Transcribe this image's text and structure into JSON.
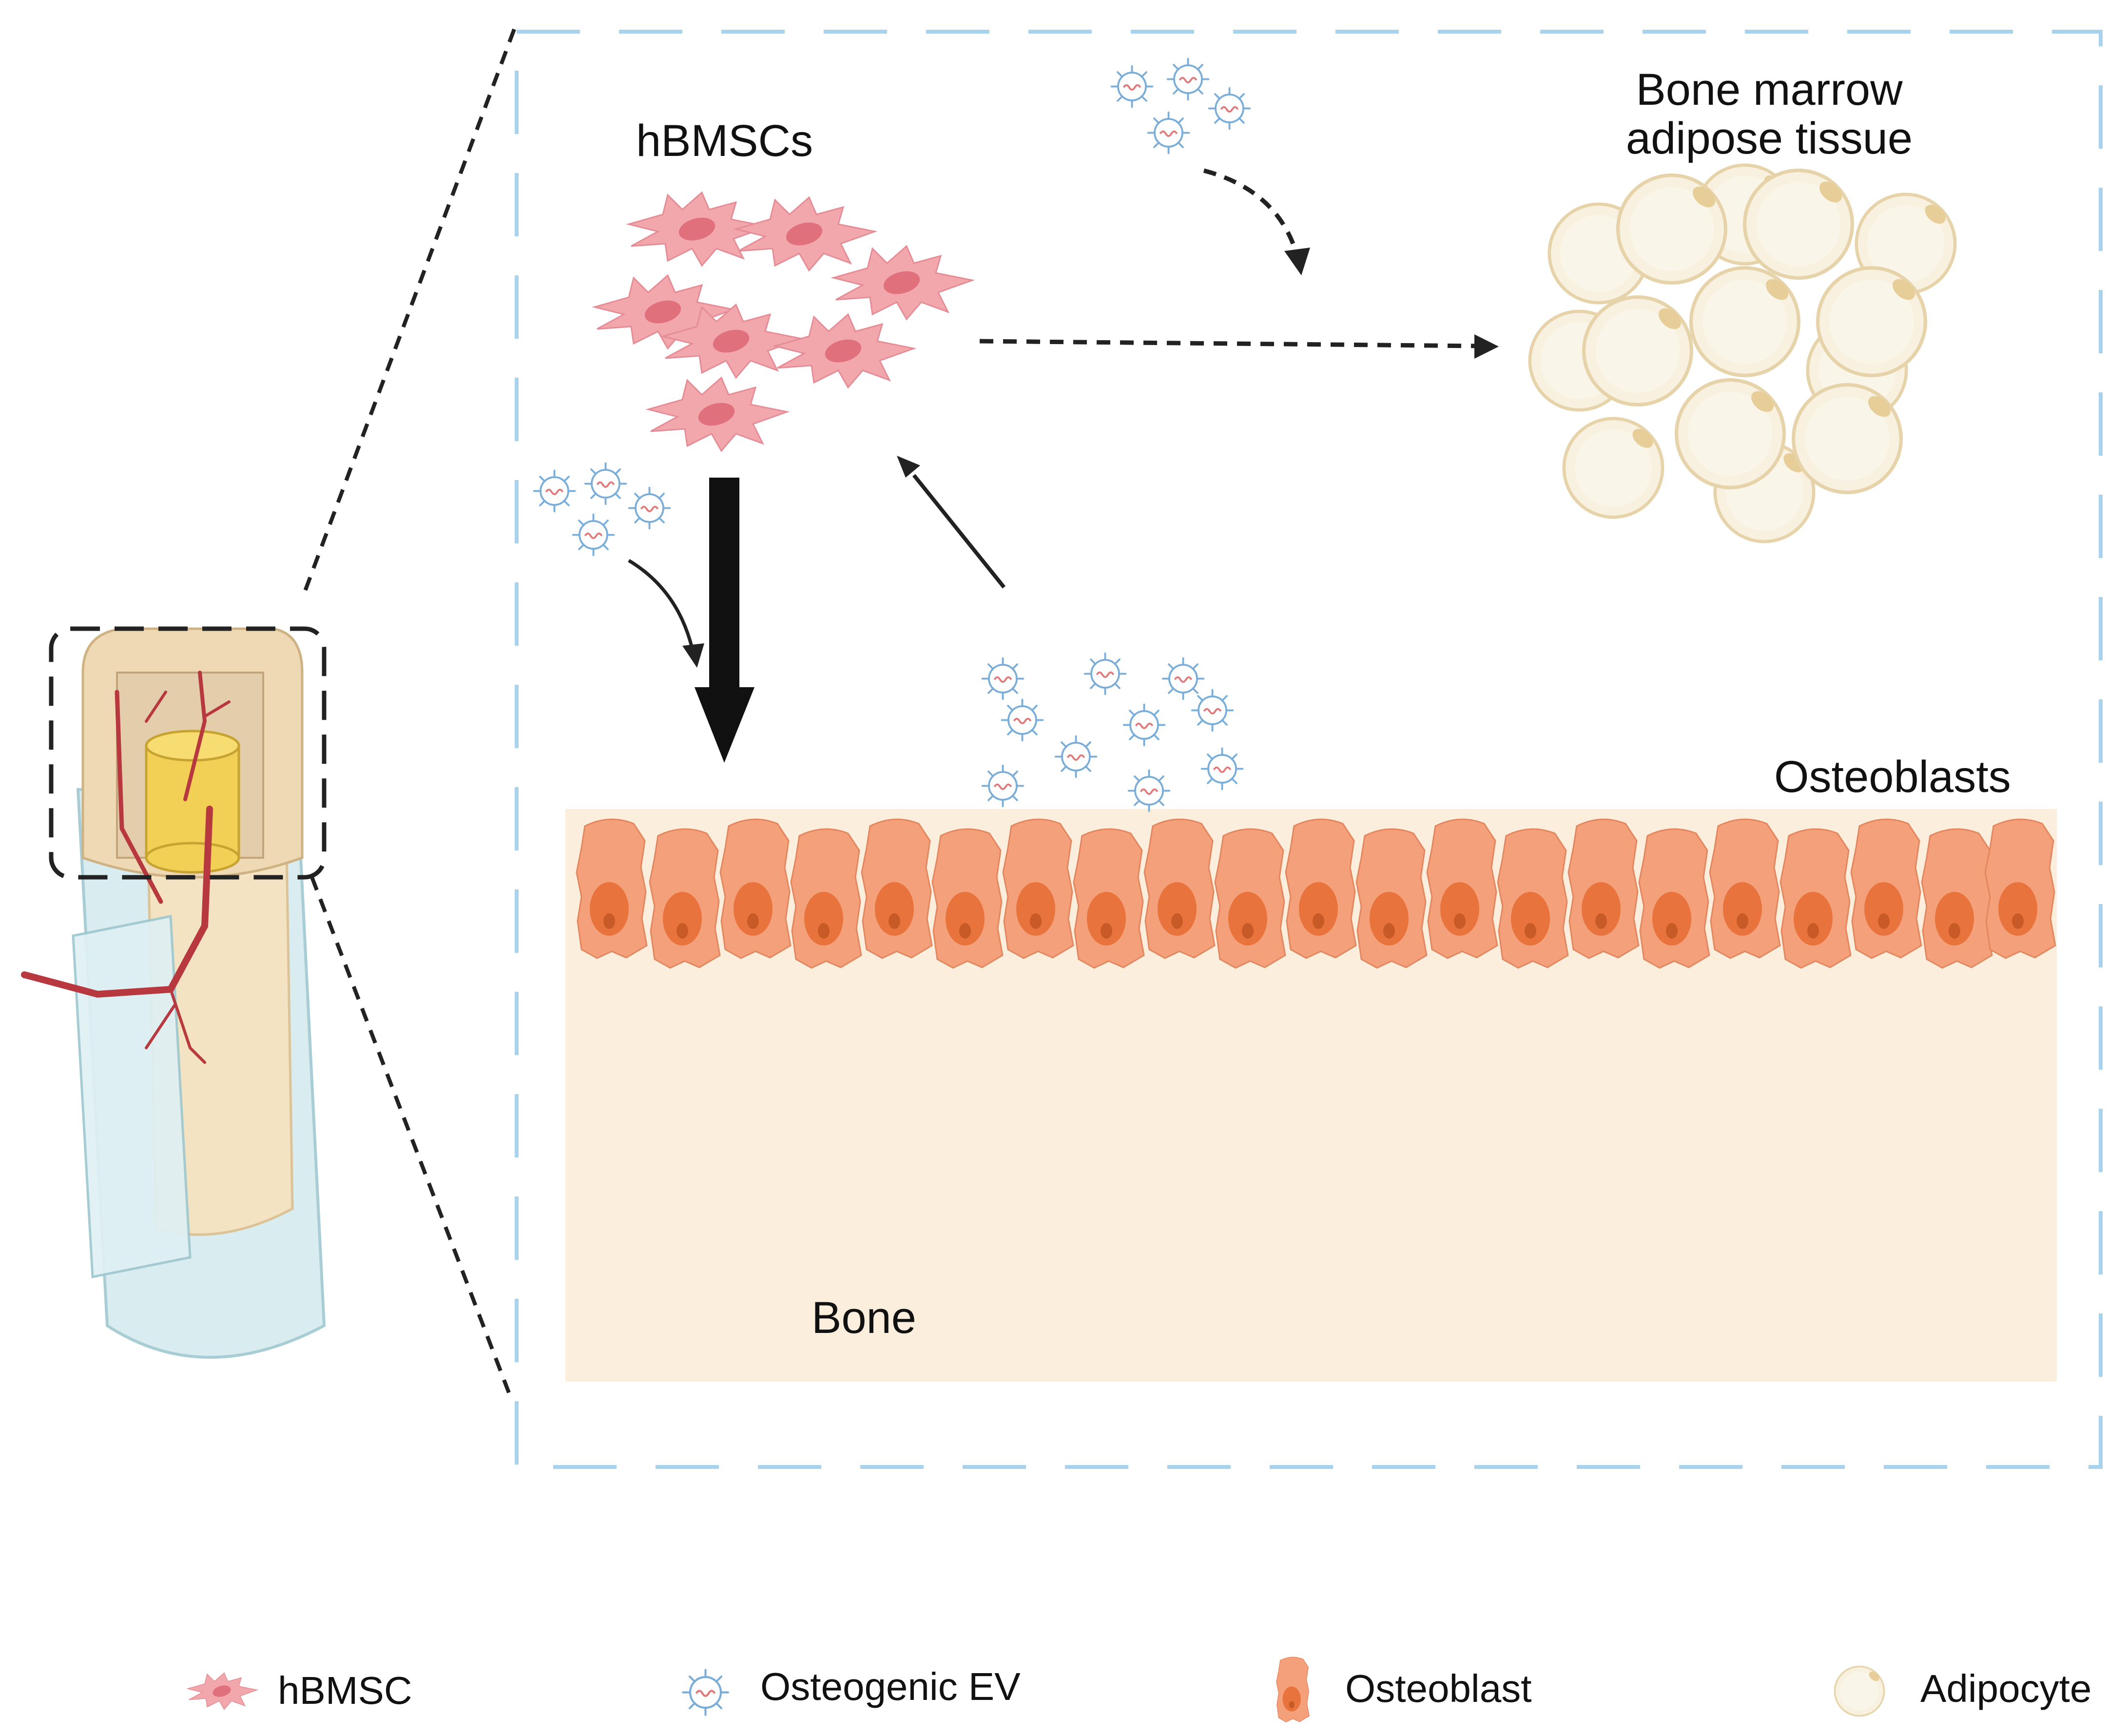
{
  "labels": {
    "hbmscs": "hBMSCs",
    "bmat_line1": "Bone marrow",
    "bmat_line2": "adipose tissue",
    "osteoblasts": "Osteoblasts",
    "bone": "Bone"
  },
  "legend": [
    {
      "icon": "hbmsc-cell-icon",
      "label": "hBMSC"
    },
    {
      "icon": "osteogenic-ev-icon",
      "label": "Osteogenic EV"
    },
    {
      "icon": "osteoblast-cell-icon",
      "label": "Osteoblast"
    },
    {
      "icon": "adipocyte-cell-icon",
      "label": "Adipocyte"
    }
  ],
  "colors": {
    "hbmsc": "#f2a7ad",
    "hbmsc_nucleus": "#e0707c",
    "osteoblast": "#f4a07a",
    "osteoblast_nucleus": "#e8733c",
    "adipocyte": "#f8f1df",
    "adipocyte_edge": "#e6d3aa",
    "bone": "#fbeedd",
    "ev": "#7aaed8",
    "ev_core": "#e07a7a",
    "frame": "#a9d2ec",
    "vessel": "#b8383f",
    "marrow_yellow": "#f2cf55"
  }
}
